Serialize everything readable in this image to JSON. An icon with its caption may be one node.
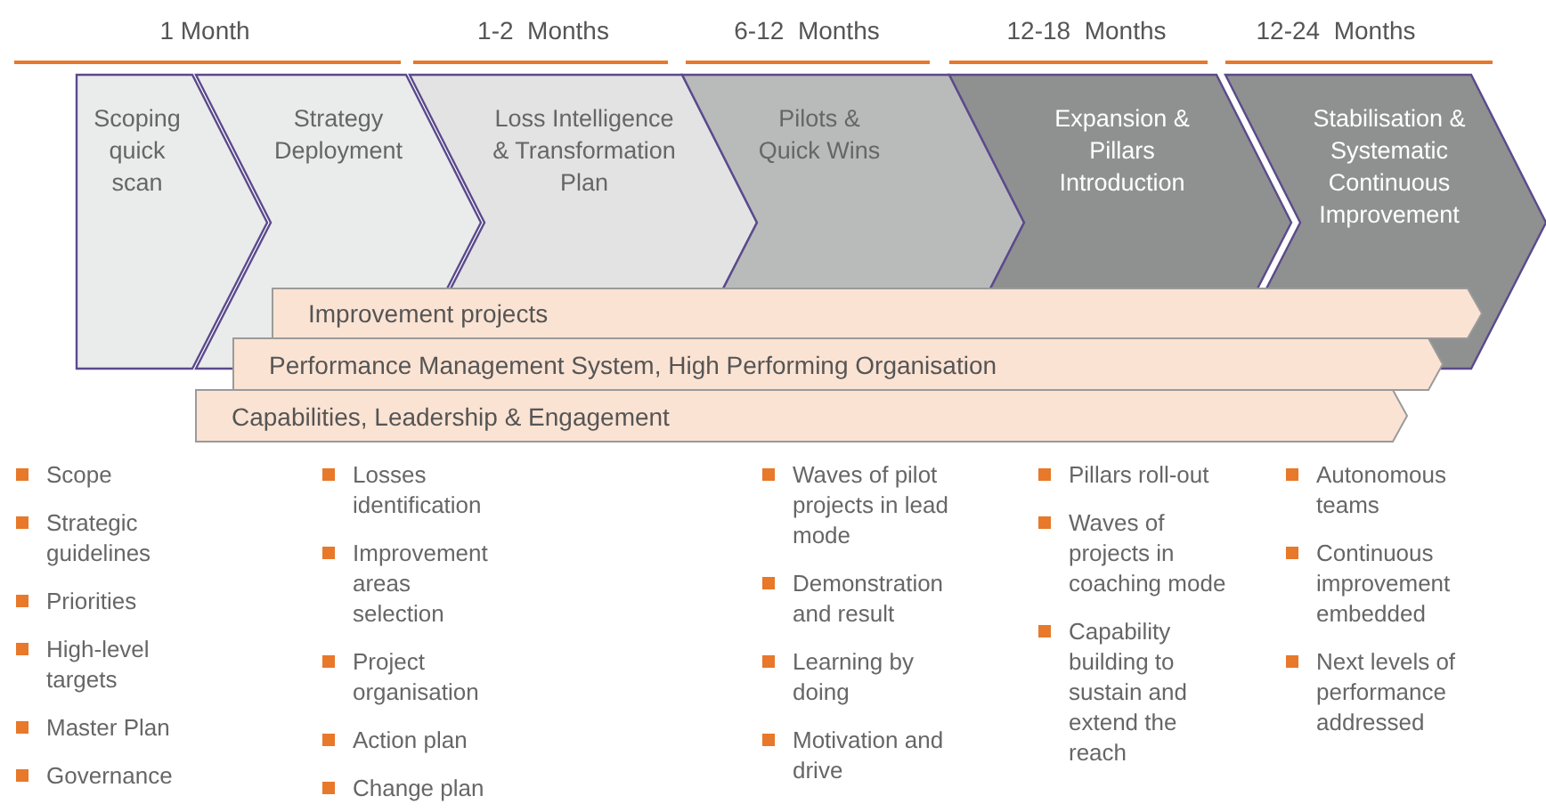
{
  "diagram": {
    "nodes": [
      {
        "text": [
          "Scoping quick scan"
        ]
      },
      {
        "text": [
          "Strategy Deployment"
        ]
      },
      {
        "text": [
          "Loss Intelligence & Transformation Plan"
        ]
      },
      {
        "text": [
          "Pilots & Quick Wins"
        ]
      },
      {
        "text": [
          "Expansion & Pillars Introduction"
        ]
      },
      {
        "text": [
          "Stabilisation & Systematic Continuous Improvement"
        ]
      },
      {
        "text": [
          "Improvement projects"
        ]
      },
      {
        "text": [
          "Performance Management System, High Performing Organisation"
        ]
      },
      {
        "text": [
          "Capabilities, Leadership & Engagement"
        ]
      }
    ],
    "labels": [
      "1 Month",
      "1-2  Months",
      "6-12  Months",
      "12-18  Months",
      "12-24  Months",
      "Scope",
      "Strategic guidelines",
      "Priorities",
      "High-level targets",
      "Master Plan",
      "Governance",
      "Losses identification",
      "Improvement areas selection",
      "Project organisation",
      "Action plan",
      "Change plan",
      "Waves of pilot projects in lead mode",
      "Demonstration and result",
      "Learning by doing",
      "Motivation and drive",
      "Pillars roll-out",
      "Waves of projects in coaching mode",
      "Capability building to sustain and extend the reach",
      "Autonomous teams",
      "Continuous improvement embedded",
      "Next levels of performance addressed"
    ]
  }
}
